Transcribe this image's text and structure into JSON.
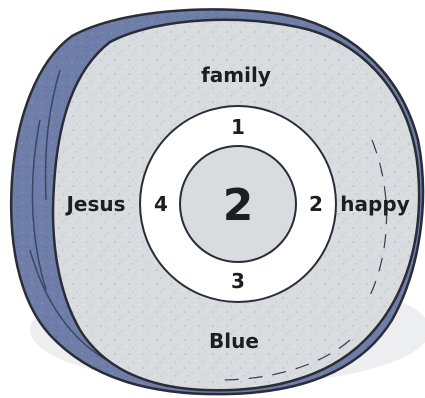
{
  "stone": {
    "outer_labels": {
      "top": "family",
      "right": "happy",
      "bottom": "Blue",
      "left": "Jesus"
    },
    "ring_numbers": {
      "top": "1",
      "right": "2",
      "bottom": "3",
      "left": "4"
    },
    "center": "2"
  },
  "colors": {
    "stone_face": "#d9dcdf",
    "stone_side": "#6e7ea8",
    "ring": "#ffffff",
    "outline": "#2a2d36"
  }
}
